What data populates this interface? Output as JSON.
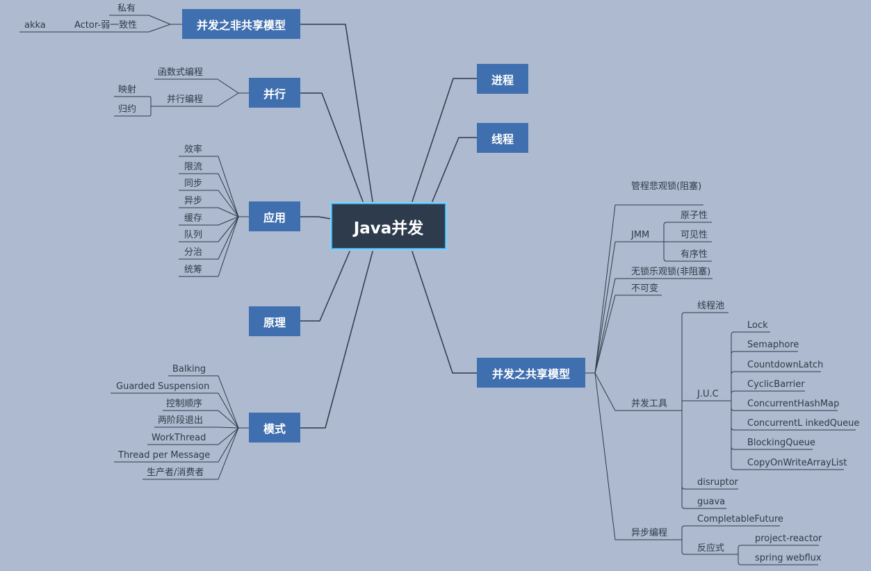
{
  "root": "Java并发",
  "topics": {
    "unshared": "并发之非共享模型",
    "parallel": "并行",
    "application": "应用",
    "principle": "原理",
    "pattern": "模式",
    "process": "进程",
    "thread": "线程",
    "shared": "并发之共享模型"
  },
  "unshared": {
    "private": "私有",
    "actor": "Actor-弱一致性",
    "akka": "akka"
  },
  "parallel": {
    "functional": "函数式编程",
    "parallel_prog": "并行编程",
    "map": "映射",
    "reduce": "归约"
  },
  "application": {
    "items": [
      "效率",
      "限流",
      "同步",
      "异步",
      "缓存",
      "队列",
      "分治",
      "统筹"
    ]
  },
  "pattern": {
    "items": [
      "Balking",
      "Guarded Suspension",
      "控制顺序",
      "两阶段退出",
      "WorkThread",
      "Thread per Message",
      "生产者/消费者"
    ]
  },
  "shared": {
    "monitor": "管程悲观锁(阻塞)",
    "jmm": "JMM",
    "jmm_items": [
      "原子性",
      "可见性",
      "有序性"
    ],
    "lockfree": "无锁乐观锁(非阻塞)",
    "immutable": "不可变",
    "tools": "并发工具",
    "threadpool": "线程池",
    "juc": "J.U.C",
    "juc_items": [
      "Lock",
      "Semaphore",
      "CountdownLatch",
      "CyclicBarrier",
      "ConcurrentHashMap",
      "ConcurrentL inkedQueue",
      "BlockingQueue",
      "CopyOnWriteArrayList"
    ],
    "disruptor": "disruptor",
    "guava": "guava",
    "async": "异步编程",
    "completable": "CompletableFuture",
    "reactive": "反应式",
    "reactive_items": [
      "project-reactor",
      "spring webflux"
    ]
  }
}
